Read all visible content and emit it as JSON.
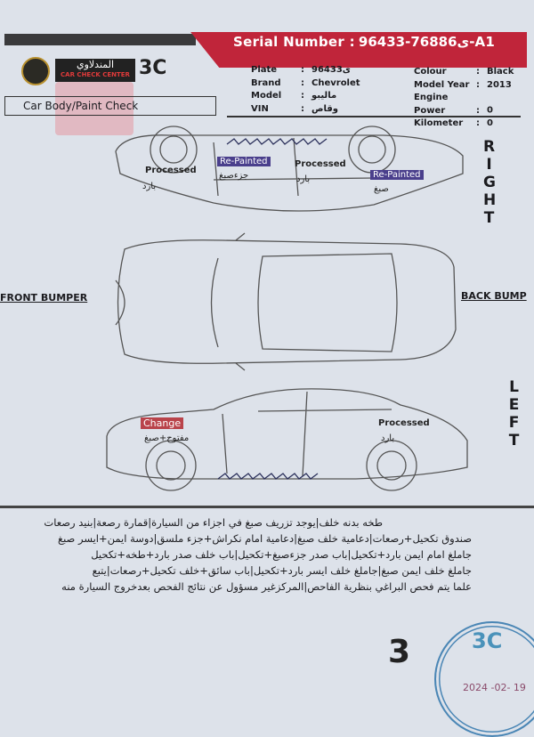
{
  "header": {
    "serial_label": "Serial Number :",
    "serial_value": "ی76886-96433-A1",
    "brand_arabic": "المندلاوي",
    "brand_english": "CAR CHECK CENTER",
    "brand_code": "3C",
    "section_title": "Car Body/Paint Check"
  },
  "vehicle": {
    "left": [
      {
        "label": "Plate",
        "value": "ی96433"
      },
      {
        "label": "Brand",
        "value": "Chevrolet"
      },
      {
        "label": "Model",
        "value": "ماليبو"
      },
      {
        "label": "VIN",
        "value": "وقاص"
      }
    ],
    "right": [
      {
        "label": "Colour",
        "value": "Black"
      },
      {
        "label": "Model Year",
        "value": "2013"
      },
      {
        "label": "Engine Power",
        "value": "0"
      },
      {
        "label": "Kilometer",
        "value": "0"
      }
    ]
  },
  "diagram": {
    "right_side": {
      "side_label": "RIGHT",
      "marks": [
        {
          "status": "Processed",
          "note": "بارد"
        },
        {
          "status": "Re-Painted",
          "note": "جزءصبغ"
        },
        {
          "status": "Processed",
          "note": "بارد"
        },
        {
          "status": "Re-Painted",
          "note": "صبغ"
        }
      ]
    },
    "front_label": "FRONT BUMPER",
    "back_label": "BACK BUMP",
    "left_side": {
      "side_label": "LEFT",
      "marks": [
        {
          "status": "Change",
          "note": "مفتوح+صبغ"
        },
        {
          "status": "Processed",
          "note": "بارد"
        }
      ]
    },
    "colors": {
      "re_painted": "#4a3f8c",
      "change": "#b9434a"
    }
  },
  "notes": [
    "طخه بدنه خلف|يوجد تزريف صبغ في اجزاء من السيارة|قمارة رصعة|بنيد رصعات",
    "صندوق تكحيل+رصعات|دعامية خلف صبغ|دعامية امام نكراش+جزء ملسق|دوسة ايمن+ايسر صبغ",
    "جاملغ امام ايمن بارد+تكحيل|باب صدر جزءصبغ+تكحيل|باب خلف صدر بارد+طخه+تكحيل",
    "جاملغ خلف ايمن صبغ|جاملغ خلف ايسر بارد+تكحيل|باب سائق+خلف تكحيل+رصعات|يتبع",
    "علما يتم فحص البراغي بنظرية الفاحص|المركزغير مسؤول عن نتائج الفحص بعدخروج السيارة منه"
  ],
  "footer": {
    "page_number": "3",
    "stamp_code": "3C",
    "stamp_date": "2024 -02- 19"
  }
}
